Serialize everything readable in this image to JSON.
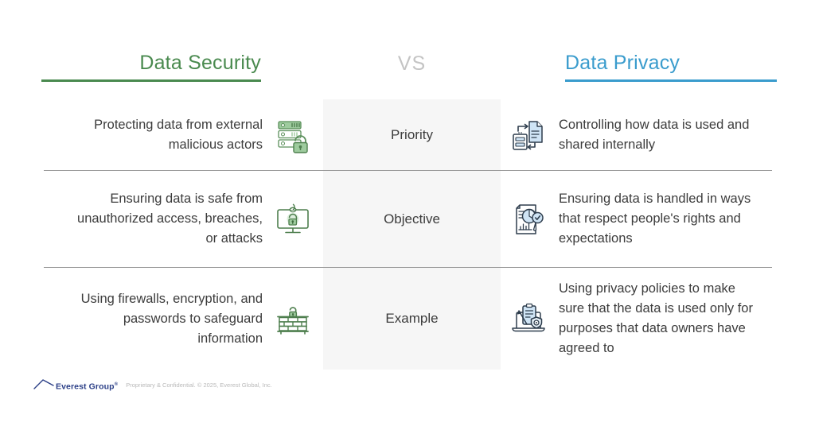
{
  "slide": {
    "title": "Data Security vs Data Privacy comparison"
  },
  "headers": {
    "left": {
      "label": "Data Security",
      "color": "#4a8a4f"
    },
    "center": {
      "label": "VS",
      "color": "#c4c4c4"
    },
    "right": {
      "label": "Data Privacy",
      "color": "#3a9ccd"
    }
  },
  "rows": [
    {
      "key": "priority",
      "center_label": "Priority",
      "left": {
        "text": "Protecting data from external malicious actors",
        "icon": "server-lock-icon"
      },
      "right": {
        "text": "Controlling how data is used and shared internally",
        "icon": "data-transfer-document-icon"
      }
    },
    {
      "key": "objective",
      "center_label": "Objective",
      "left": {
        "text": "Ensuring data is safe from unauthorized access, breaches, or attacks",
        "icon": "monitor-lock-icon"
      },
      "right": {
        "text": "Ensuring data is handled in ways that respect people's rights and expectations",
        "icon": "report-chart-check-icon"
      }
    },
    {
      "key": "example",
      "center_label": "Example",
      "left": {
        "text": "Using firewalls, encryption, and passwords to safeguard information",
        "icon": "firewall-lock-icon"
      },
      "right": {
        "text": "Using privacy policies to make sure that the data is used only for purposes that data owners have agreed to",
        "icon": "laptop-clipboard-shield-icon"
      }
    }
  ],
  "footer": {
    "logo_text": "Everest Group",
    "logo_mark": "everest-group-roof-icon",
    "registered_mark": "®",
    "note": "Proprietary & Confidential. © 2025, Everest Global, Inc."
  }
}
